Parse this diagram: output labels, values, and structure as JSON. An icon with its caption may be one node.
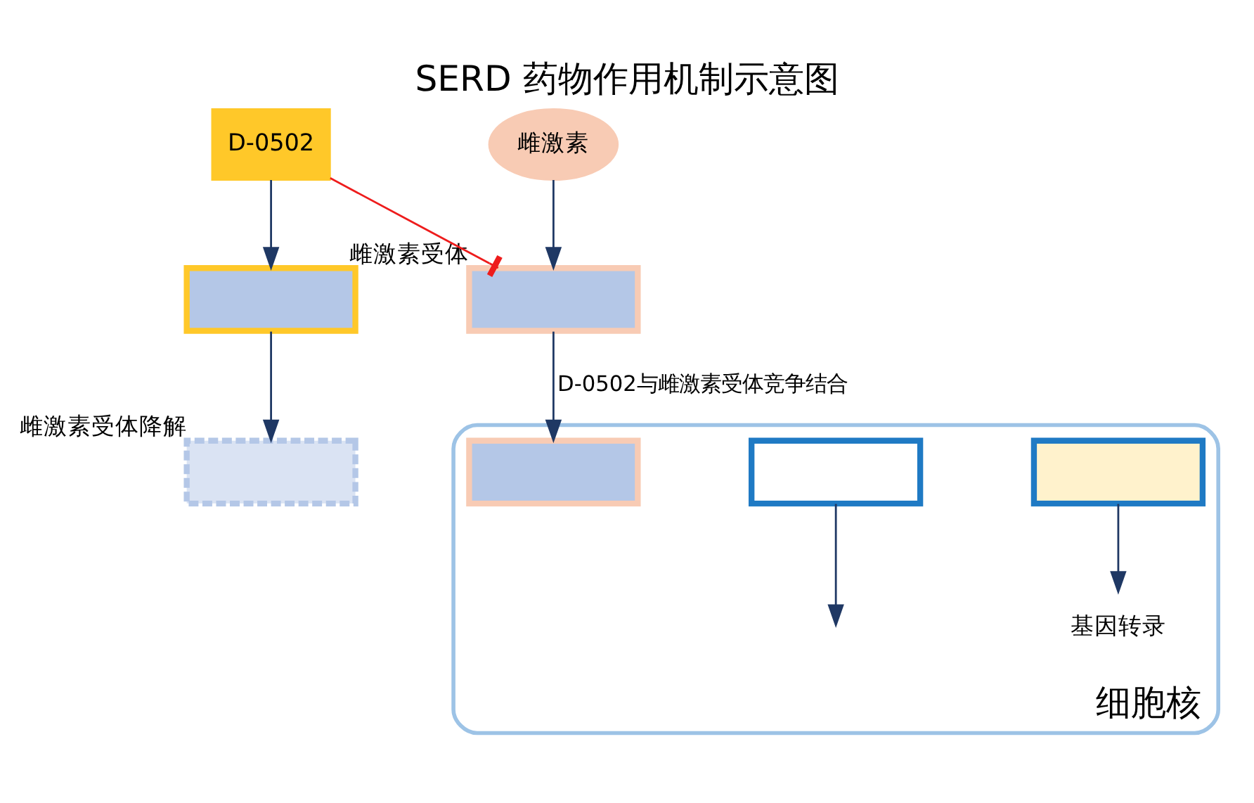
{
  "diagram": {
    "title": "SERD 药物作用机制示意图",
    "nodes": [
      {
        "text": [
          "D-0502"
        ]
      },
      {
        "text": [
          "雌激素"
        ]
      },
      {
        "text": [],
        "shape": "box"
      },
      {
        "text": [],
        "shape": "box",
        "beside": [
          "雌激素受体"
        ]
      },
      {
        "text": [],
        "shape": "box",
        "beside": [
          "雌激素受体降解"
        ]
      },
      {
        "text": [
          "细胞核"
        ]
      },
      {
        "text": [],
        "shape": "box",
        "in": 5
      },
      {
        "text": [],
        "shape": "box",
        "in": 5
      },
      {
        "text": [],
        "shape": "box",
        "in": 5
      },
      {
        "text": [
          "基因转录"
        ],
        "in": 5
      }
    ],
    "edges": [
      {
        "from": 0,
        "to": 2,
        "arrow": "to"
      },
      {
        "from": 1,
        "to": 3,
        "arrow": "to"
      },
      {
        "from": 0,
        "to": 3,
        "arrow": "other",
        "color": "#ee1c1c"
      },
      {
        "from": 2,
        "to": 4,
        "arrow": "to"
      },
      {
        "from": 3,
        "to": 6,
        "arrow": "to",
        "label": "D-0502与雌激素受体竞争结合"
      },
      {
        "from": 7,
        "to": null,
        "arrow": "to"
      },
      {
        "from": 8,
        "to": 9,
        "arrow": "to"
      }
    ]
  }
}
